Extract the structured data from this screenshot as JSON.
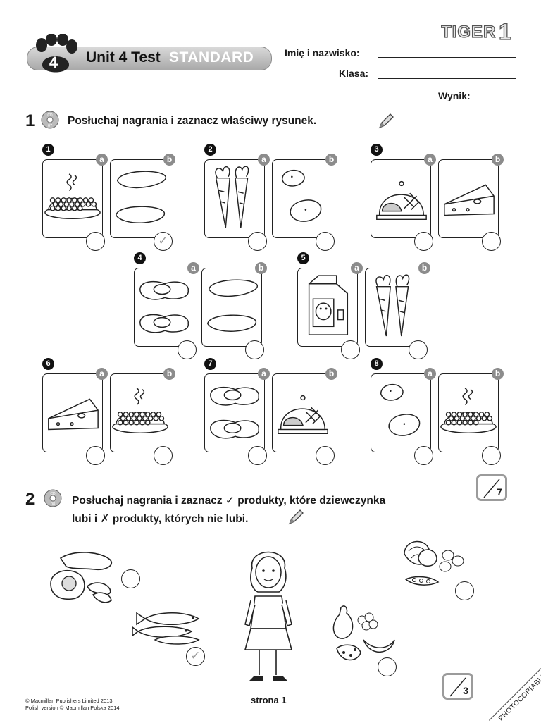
{
  "header": {
    "logo_text": "TIGER 1",
    "unit_badge": "4",
    "unit_title": "Unit 4 Test",
    "unit_level": "STANDARD",
    "name_label": "Imię i nazwisko:",
    "class_label": "Klasa:",
    "score_label": "Wynik:"
  },
  "exercise1": {
    "number": "1",
    "cd_track": "07",
    "instruction": "Posłuchaj nagrania i zaznacz właściwy rysunek.",
    "letters": [
      "a",
      "b"
    ],
    "items": [
      {
        "number": "1",
        "a_picture": "peas",
        "b_picture": "sausages",
        "marked": "b",
        "mark": "✓"
      },
      {
        "number": "2",
        "a_picture": "carrots",
        "b_picture": "potatoes",
        "marked": "",
        "mark": ""
      },
      {
        "number": "3",
        "a_picture": "ham",
        "b_picture": "cheese",
        "marked": "",
        "mark": ""
      },
      {
        "number": "4",
        "a_picture": "eggs",
        "b_picture": "sausages",
        "marked": "",
        "mark": ""
      },
      {
        "number": "5",
        "a_picture": "milk",
        "b_picture": "carrots",
        "marked": "",
        "mark": ""
      },
      {
        "number": "6",
        "a_picture": "cheese",
        "b_picture": "peas",
        "marked": "",
        "mark": ""
      },
      {
        "number": "7",
        "a_picture": "eggs",
        "b_picture": "ham",
        "marked": "",
        "mark": ""
      },
      {
        "number": "8",
        "a_picture": "potatoes",
        "b_picture": "peas",
        "marked": "",
        "mark": ""
      }
    ],
    "score": "7"
  },
  "exercise2": {
    "number": "2",
    "cd_track": "08",
    "instruction_line1": "Posłuchaj nagrania i zaznacz ✓ produkty, które dziewczynka",
    "instruction_line2": "lubi i ✗ produkty, których nie lubi.",
    "pictures": [
      {
        "name": "meat",
        "mark": ""
      },
      {
        "name": "fish",
        "mark": "✓"
      },
      {
        "name": "girl",
        "mark": ""
      },
      {
        "name": "fruit",
        "mark": ""
      },
      {
        "name": "vegetables",
        "mark": ""
      }
    ],
    "score": "3"
  },
  "footer": {
    "copyright_line1": "© Macmillan Publishers Limited 2013",
    "copyright_line2": "Polish version © Macmillan Polska 2014",
    "page_label": "strona 1",
    "photocopiable": "PHOTOCOPIABLE"
  },
  "colors": {
    "badge_grey": "#8c8c8c",
    "line": "#222222",
    "banner": "#b5b5b5"
  }
}
